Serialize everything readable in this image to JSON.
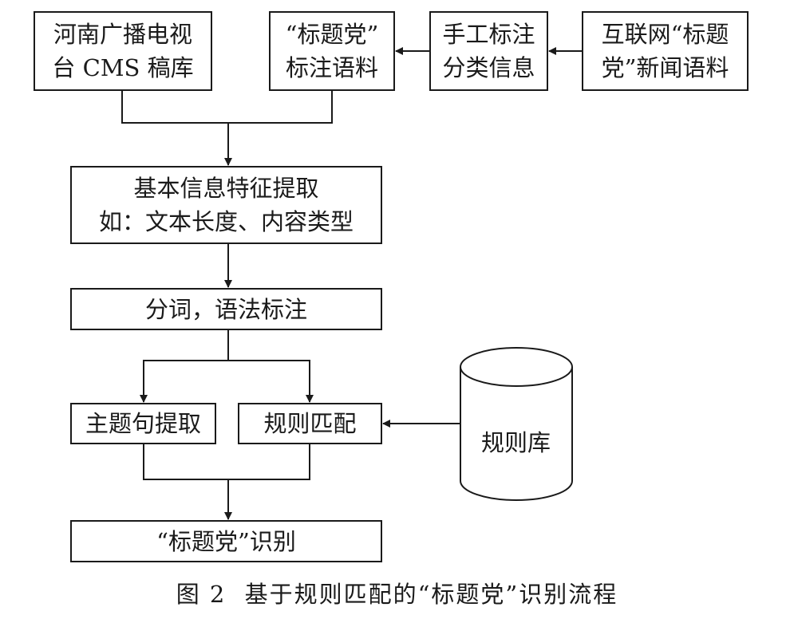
{
  "nodes": {
    "cms": {
      "lines": [
        "河南广播电视",
        "台 CMS 稿库"
      ]
    },
    "annotated_corpus": {
      "lines": [
        "“标题党”",
        "标注语料"
      ]
    },
    "manual_label": {
      "lines": [
        "手工标注",
        "分类信息"
      ]
    },
    "internet_corpus": {
      "lines": [
        "互联网“标题",
        "党”新闻语料"
      ]
    },
    "feature_extract": {
      "lines": [
        "基本信息特征提取",
        "如：文本长度、内容类型"
      ]
    },
    "segmentation": {
      "lines": [
        "分词，语法标注"
      ]
    },
    "topic_sentence": {
      "lines": [
        "主题句提取"
      ]
    },
    "rule_match": {
      "lines": [
        "规则匹配"
      ]
    },
    "rule_db": {
      "label": "规则库"
    },
    "identify": {
      "lines": [
        "“标题党”识别"
      ]
    }
  },
  "caption": {
    "figure": "图 2",
    "text": "基于规则匹配的“标题党”识别流程"
  }
}
